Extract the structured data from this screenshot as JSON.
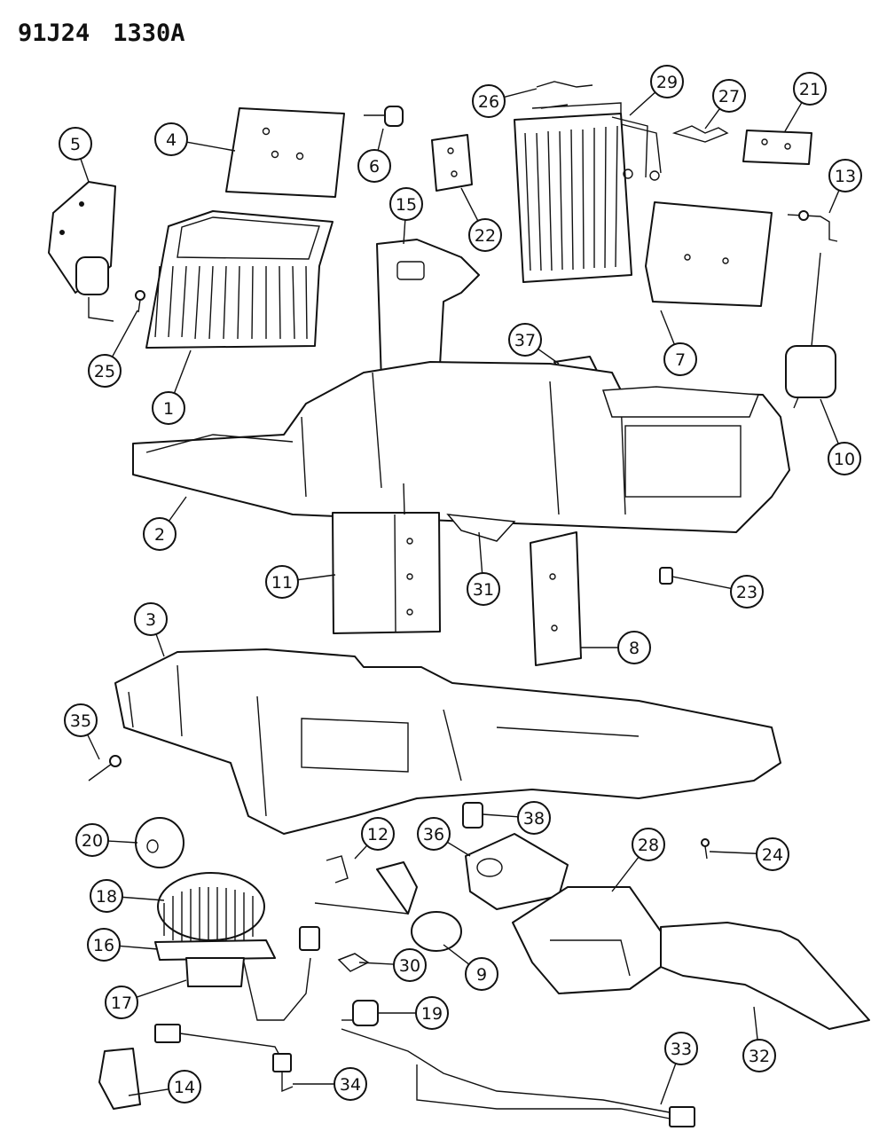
{
  "header": {
    "code1": "91J24",
    "code2": "1330A"
  },
  "callouts": [
    {
      "n": "1"
    },
    {
      "n": "2"
    },
    {
      "n": "3"
    },
    {
      "n": "4"
    },
    {
      "n": "5"
    },
    {
      "n": "6"
    },
    {
      "n": "7"
    },
    {
      "n": "8"
    },
    {
      "n": "9"
    },
    {
      "n": "10"
    },
    {
      "n": "11"
    },
    {
      "n": "12"
    },
    {
      "n": "13"
    },
    {
      "n": "14"
    },
    {
      "n": "15"
    },
    {
      "n": "16"
    },
    {
      "n": "17"
    },
    {
      "n": "18"
    },
    {
      "n": "19"
    },
    {
      "n": "20"
    },
    {
      "n": "21"
    },
    {
      "n": "22"
    },
    {
      "n": "23"
    },
    {
      "n": "24"
    },
    {
      "n": "25"
    },
    {
      "n": "26"
    },
    {
      "n": "27"
    },
    {
      "n": "28"
    },
    {
      "n": "29"
    },
    {
      "n": "30"
    },
    {
      "n": "31"
    },
    {
      "n": "32"
    },
    {
      "n": "33"
    },
    {
      "n": "34"
    },
    {
      "n": "35"
    },
    {
      "n": "36"
    },
    {
      "n": "37"
    },
    {
      "n": "38"
    }
  ]
}
